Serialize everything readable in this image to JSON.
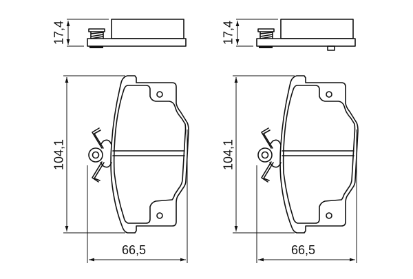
{
  "drawing": {
    "title": "Brake pad set — technical dimension drawing",
    "colors": {
      "line": "#111111",
      "background": "#ffffff"
    },
    "pads": [
      {
        "id": "left",
        "top_view": {
          "thickness_label": "17,4",
          "thickness_mm": 17.4,
          "has_bottom_pin": false
        },
        "front_view": {
          "height_label": "104,1",
          "height_mm": 104.1,
          "width_label": "66,5",
          "width_mm": 66.5
        }
      },
      {
        "id": "right",
        "top_view": {
          "thickness_label": "17,4",
          "thickness_mm": 17.4,
          "has_bottom_pin": true
        },
        "front_view": {
          "height_label": "104,1",
          "height_mm": 104.1,
          "width_label": "66,5",
          "width_mm": 66.5
        }
      }
    ]
  }
}
